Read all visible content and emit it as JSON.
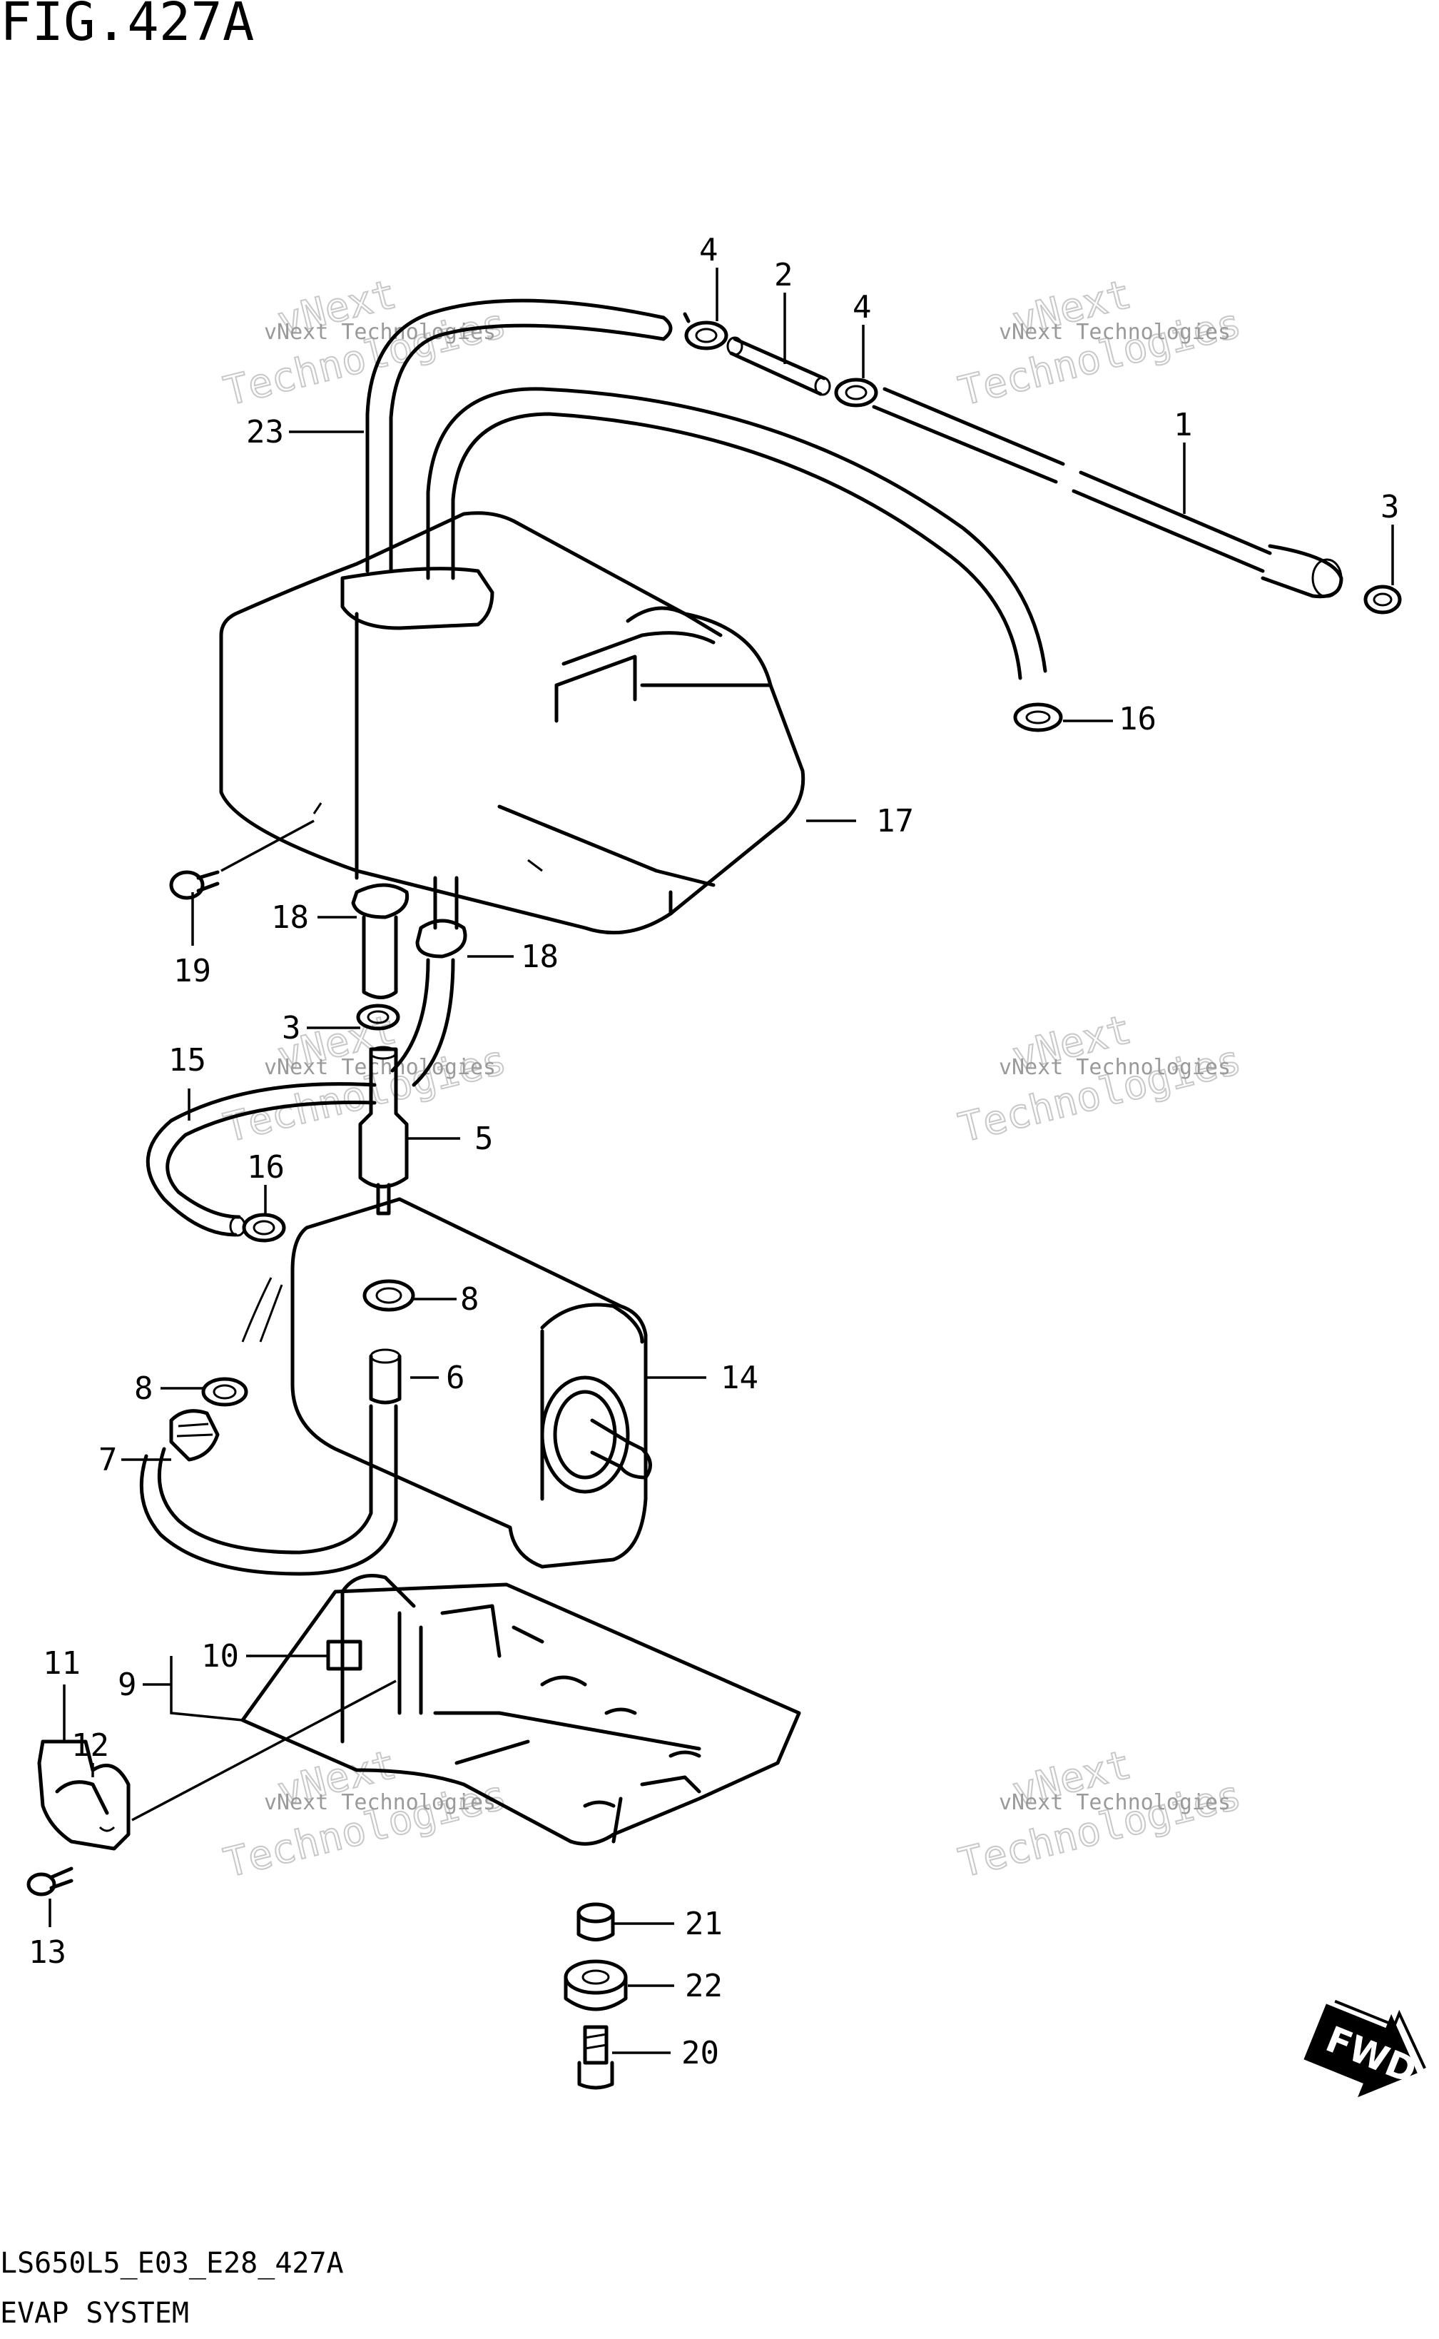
{
  "figure": {
    "title": "FIG.427A",
    "code": "LS650L5_E03_E28_427A",
    "caption": "EVAP SYSTEM"
  },
  "watermark": {
    "line1": "vNext Technologies",
    "line2": "vNext",
    "line3": "Technologies"
  },
  "fwd_badge": {
    "label": "FWD",
    "icon": "fwd-arrow-icon"
  },
  "callouts": {
    "c1": "1",
    "c2": "2",
    "c3a": "3",
    "c3b": "3",
    "c4a": "4",
    "c4b": "4",
    "c5": "5",
    "c6": "6",
    "c7": "7",
    "c8a": "8",
    "c8b": "8",
    "c9": "9",
    "c10": "10",
    "c11": "11",
    "c12": "12",
    "c13": "13",
    "c14": "14",
    "c15": "15",
    "c16a": "16",
    "c16b": "16",
    "c17": "17",
    "c18a": "18",
    "c18b": "18",
    "c19": "19",
    "c20": "20",
    "c21": "21",
    "c22": "22",
    "c23": "23"
  }
}
